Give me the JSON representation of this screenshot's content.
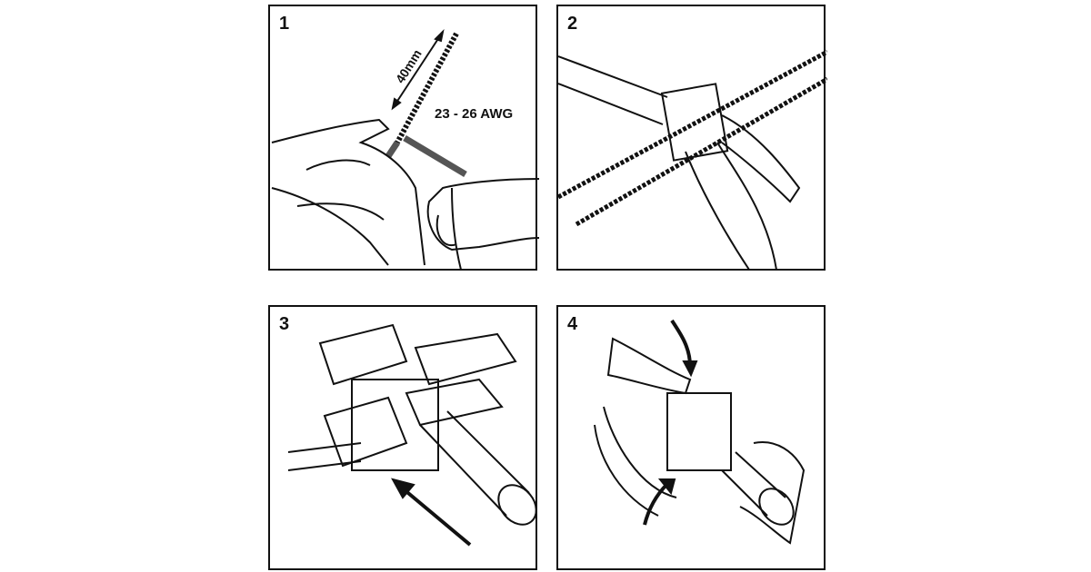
{
  "steps": [
    {
      "number": "1",
      "length_label": "40mm",
      "gauge_label": "23 - 26 AWG"
    },
    {
      "number": "2"
    },
    {
      "number": "3"
    },
    {
      "number": "4"
    }
  ]
}
